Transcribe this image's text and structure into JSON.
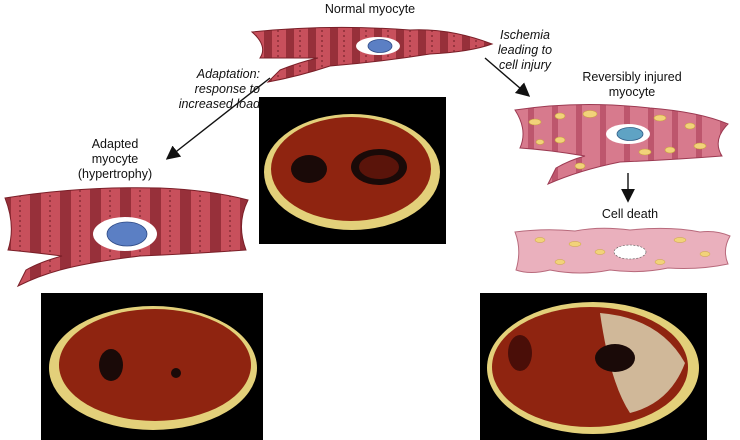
{
  "labels": {
    "normal": "Normal myocyte",
    "adaptation_line1": "Adaptation:",
    "adaptation_line2": "response to",
    "adaptation_line3": "increased load",
    "adapted_line1": "Adapted",
    "adapted_line2": "myocyte",
    "adapted_line3": "(hypertrophy)",
    "ischemia_line1": "Ischemia",
    "ischemia_line2": "leading to",
    "ischemia_line3": "cell injury",
    "reversible_line1": "Reversibly injured",
    "reversible_line2": "myocyte",
    "cell_death": "Cell death"
  },
  "colors": {
    "muscle": "#c8505c",
    "muscle_band": "#8e2a34",
    "nucleus": "#5b7fc4",
    "injured_cell": "#d77a8d",
    "vacuole": "#f2d27a",
    "dead_cell": "#eab0bd",
    "myocardium": "#8f2410",
    "fat": "#e3d07a",
    "photo_bg": "#000000"
  },
  "icons": {
    "normal_cell": "myocyte-icon",
    "adapted_cell": "hypertrophic-myocyte-icon",
    "injured_cell": "injured-myocyte-icon",
    "dead_cell": "dead-myocyte-icon"
  }
}
